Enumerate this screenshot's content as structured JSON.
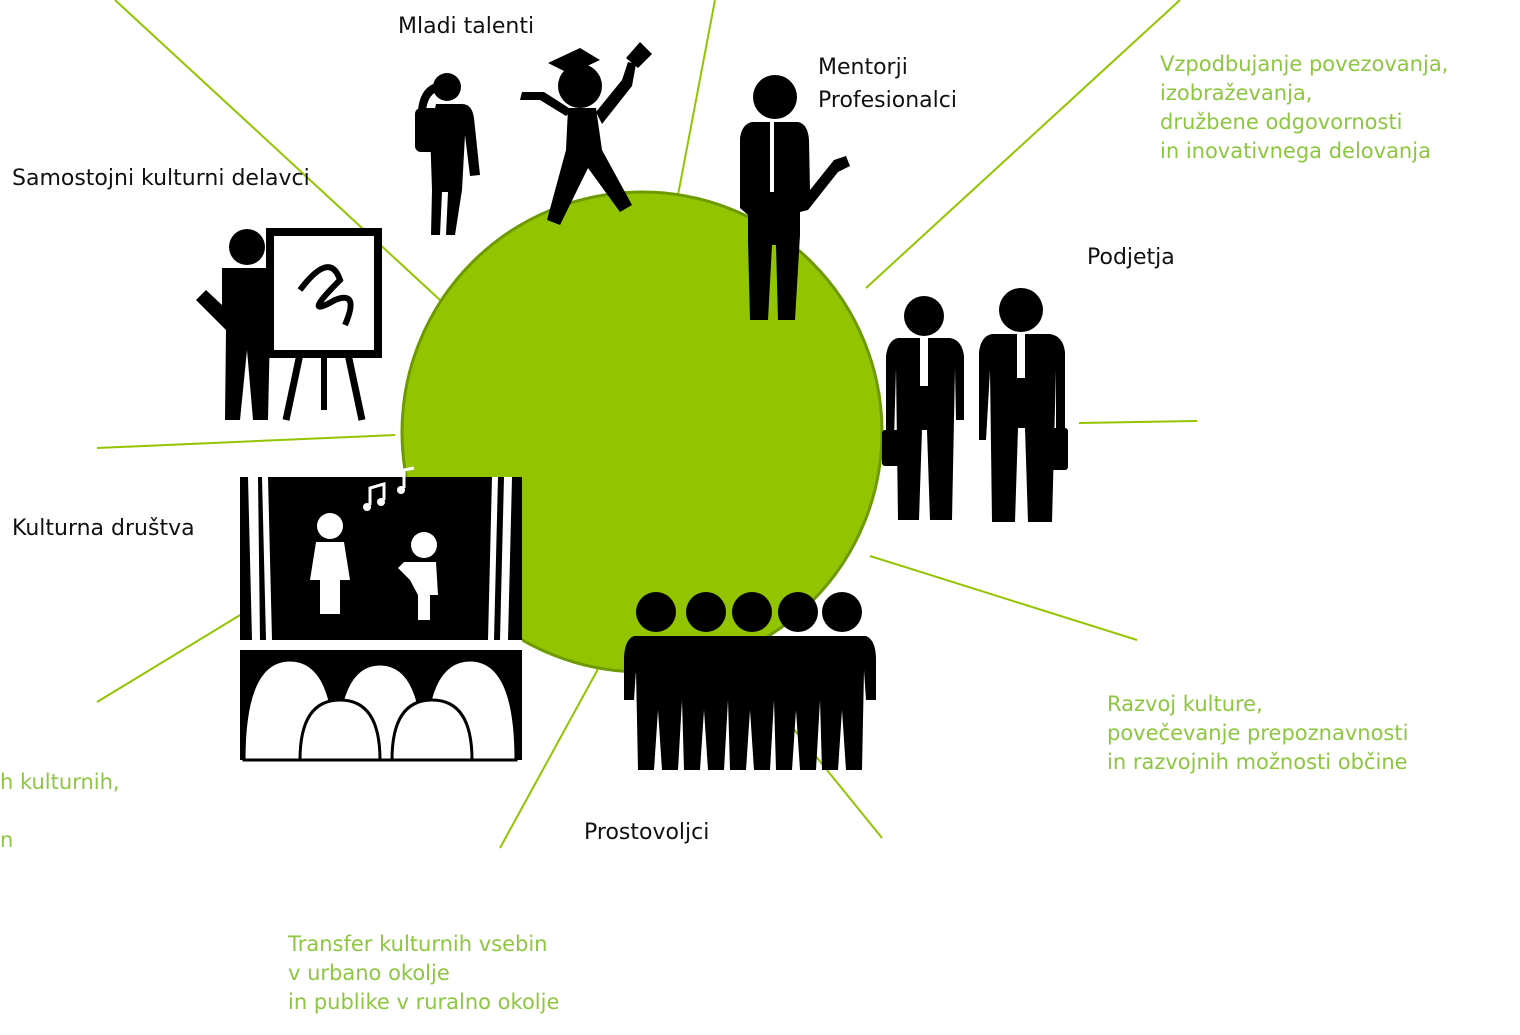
{
  "diagram": {
    "colors": {
      "circle": "#92c500",
      "circle_border": "#6e9a00",
      "lines": "#92c500",
      "green_text": "#8dc63f",
      "figures": "#000000"
    },
    "groups": {
      "mladi_talenti": "Mladi talenti",
      "mentorji": "Mentorji",
      "profesionalci": "Profesionalci",
      "samostojni": "Samostojni kulturni delavci",
      "podjetja": "Podjetja",
      "kulturna_drustva": "Kulturna društva",
      "prostovoljci": "Prostovoljci"
    },
    "goals": {
      "povezovanje": [
        "Vzpodbujanje povezovanja,",
        "izobraževanja,",
        "družbene odgovornosti",
        "in inovativnega delovanja"
      ],
      "razvoj": [
        "Razvoj kulture,",
        "povečevanje prepoznavnosti",
        "in razvojnih možnosti občine"
      ],
      "transfer": [
        "Transfer kulturnih vsebin",
        "v urbano okolje",
        "in publike v ruralno okolje"
      ],
      "clipped": [
        "h kulturnih,",
        "",
        "n"
      ]
    },
    "icons": [
      "girl-student-icon",
      "graduate-jumping-icon",
      "mentor-pointing-icon",
      "painter-easel-icon",
      "business-people-icon",
      "theater-stage-icon",
      "volunteers-group-icon"
    ]
  }
}
